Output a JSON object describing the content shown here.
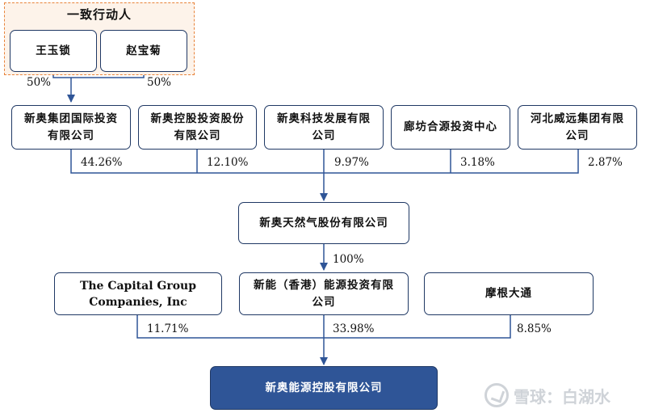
{
  "concert_group": {
    "title": "一致行动人",
    "members": [
      "王玉锁",
      "赵宝菊"
    ],
    "shares": [
      "50%",
      "50%"
    ]
  },
  "tier1": {
    "nodes": [
      {
        "name": "新奥集团国际投资有限公司",
        "share": "44.26%"
      },
      {
        "name": "新奥控股投资股份有限公司",
        "share": "12.10%"
      },
      {
        "name": "新奥科技发展有限公司",
        "share": "9.97%"
      },
      {
        "name": "廊坊合源投资中心",
        "share": "3.18%"
      },
      {
        "name": "河北威远集团有限公司",
        "share": "2.87%"
      }
    ]
  },
  "middle": {
    "name": "新奥天然气股份有限公司",
    "share": "100%"
  },
  "tier2": {
    "nodes": [
      {
        "name": "The Capital Group Companies, Inc",
        "share": "11.71%"
      },
      {
        "name": "新能（香港）能源投资有限公司",
        "share": "33.98%"
      },
      {
        "name": "摩根大通",
        "share": "8.85%"
      }
    ]
  },
  "target": {
    "name": "新奥能源控股有限公司"
  },
  "watermark": {
    "text": "雪球：白湖水"
  },
  "colors": {
    "line": "#2f5597",
    "box_border": "#1f3864",
    "target_fill": "#2f5597",
    "group_border": "#e8833a"
  }
}
